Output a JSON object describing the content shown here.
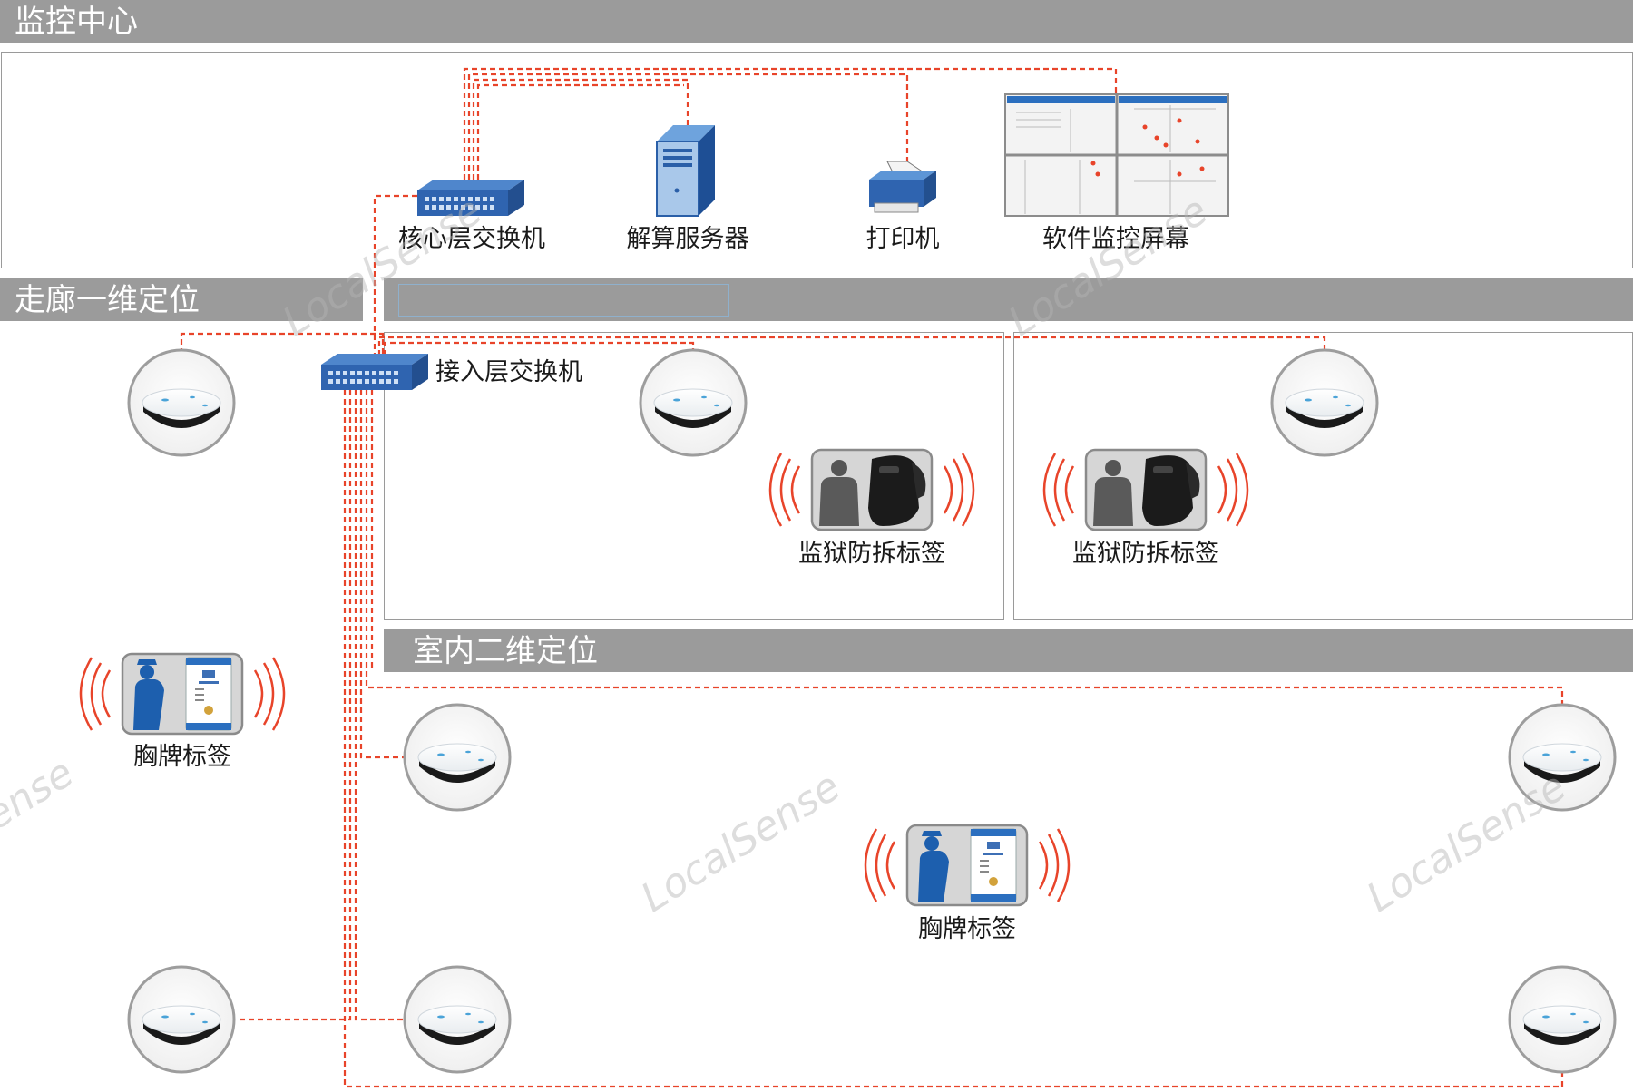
{
  "sections": {
    "monitor_center": "监控中心",
    "corridor_1d": "走廊一维定位",
    "indoor_2d": "室内二维定位"
  },
  "devices": {
    "core_switch": "核心层交换机",
    "solver_server": "解算服务器",
    "printer": "打印机",
    "monitor_screen": "软件监控屏幕",
    "access_switch": "接入层交换机"
  },
  "tags": {
    "prison_tag_1": "监狱防拆标签",
    "prison_tag_2": "监狱防拆标签",
    "badge_tag_1": "胸牌标签",
    "badge_tag_2": "胸牌标签"
  },
  "watermark": "LocalSense",
  "colors": {
    "link": "#e8442a",
    "bar": "#9b9b9b",
    "switch": "#2f64b0",
    "server": "#2a5fa8"
  }
}
